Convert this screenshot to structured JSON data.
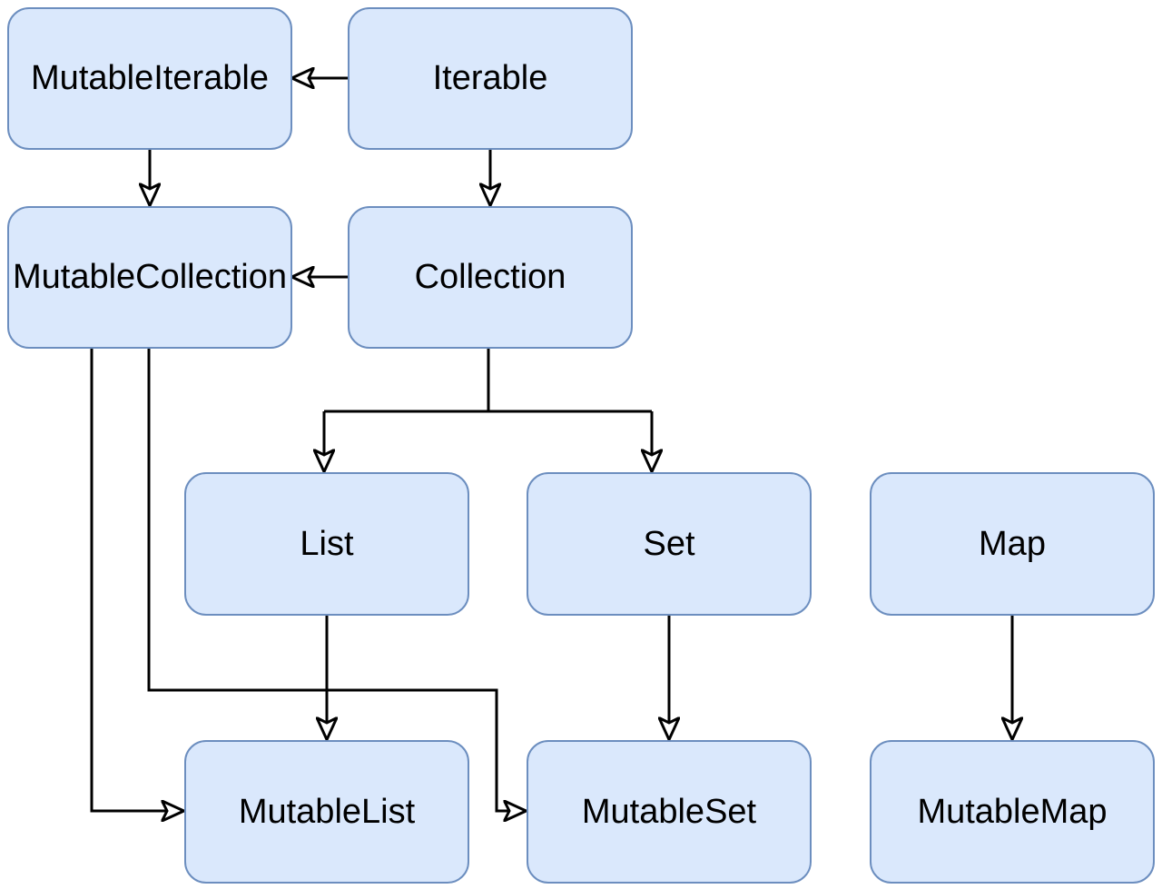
{
  "diagram": {
    "type": "class-hierarchy",
    "nodes": [
      {
        "id": "mutable-iterable",
        "label": "MutableIterable"
      },
      {
        "id": "iterable",
        "label": "Iterable"
      },
      {
        "id": "mutable-collection",
        "label": "MutableCollection"
      },
      {
        "id": "collection",
        "label": "Collection"
      },
      {
        "id": "list",
        "label": "List"
      },
      {
        "id": "set",
        "label": "Set"
      },
      {
        "id": "map",
        "label": "Map"
      },
      {
        "id": "mutable-list",
        "label": "MutableList"
      },
      {
        "id": "mutable-set",
        "label": "MutableSet"
      },
      {
        "id": "mutable-map",
        "label": "MutableMap"
      }
    ],
    "edges": [
      {
        "from": "Iterable",
        "to": "MutableIterable"
      },
      {
        "from": "MutableIterable",
        "to": "MutableCollection"
      },
      {
        "from": "Iterable",
        "to": "Collection"
      },
      {
        "from": "Collection",
        "to": "MutableCollection"
      },
      {
        "from": "Collection",
        "to": "List"
      },
      {
        "from": "Collection",
        "to": "Set"
      },
      {
        "from": "List",
        "to": "MutableList"
      },
      {
        "from": "Set",
        "to": "MutableSet"
      },
      {
        "from": "Map",
        "to": "MutableMap"
      },
      {
        "from": "MutableCollection",
        "to": "MutableList"
      },
      {
        "from": "MutableCollection",
        "to": "MutableSet"
      }
    ],
    "colors": {
      "node_fill": "#dae8fc",
      "node_border": "#6c8ebf",
      "arrow": "#000000",
      "text": "#000000",
      "background": "#ffffff"
    }
  }
}
